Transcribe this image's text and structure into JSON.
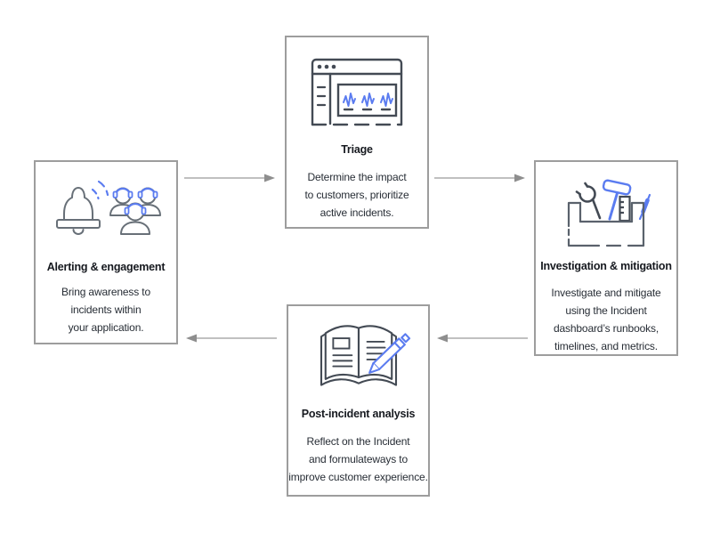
{
  "diagram": {
    "nodes": [
      {
        "id": "alerting-engagement",
        "title": "Alerting & engagement",
        "icon": "bell-people-icon",
        "lines": [
          "Bring awareness to",
          "incidents within",
          "your application."
        ]
      },
      {
        "id": "triage",
        "title": "Triage",
        "icon": "dashboard-window-icon",
        "lines": [
          "Determine the impact",
          "to customers, prioritize",
          "active incidents."
        ]
      },
      {
        "id": "investigation-mitigation",
        "title": "Investigation & mitigation",
        "icon": "toolbox-icon",
        "lines": [
          "Investigate and mitigate",
          "using the Incident",
          "dashboard’s runbooks,",
          "timelines, and metrics."
        ]
      },
      {
        "id": "post-incident-analysis",
        "title": "Post-incident analysis",
        "icon": "notebook-pencil-icon",
        "lines": [
          "Reflect on the Incident",
          "and formulateways to",
          "improve customer experience."
        ]
      }
    ],
    "arrows": [
      {
        "from": "alerting-engagement",
        "to": "triage",
        "direction": "right"
      },
      {
        "from": "triage",
        "to": "investigation-mitigation",
        "direction": "right"
      },
      {
        "from": "investigation-mitigation",
        "to": "post-incident-analysis",
        "direction": "left"
      },
      {
        "from": "post-incident-analysis",
        "to": "alerting-engagement",
        "direction": "left"
      }
    ],
    "colors": {
      "box_border": "#9d9d9d",
      "title_text": "#16191f",
      "body_text": "#272d35",
      "icon_gray": "#687078",
      "icon_dark": "#434a54",
      "icon_blue": "#5b7cf0",
      "arrow_line": "#ababab",
      "arrow_head": "#8e8e8e",
      "background": "#ffffff"
    }
  }
}
